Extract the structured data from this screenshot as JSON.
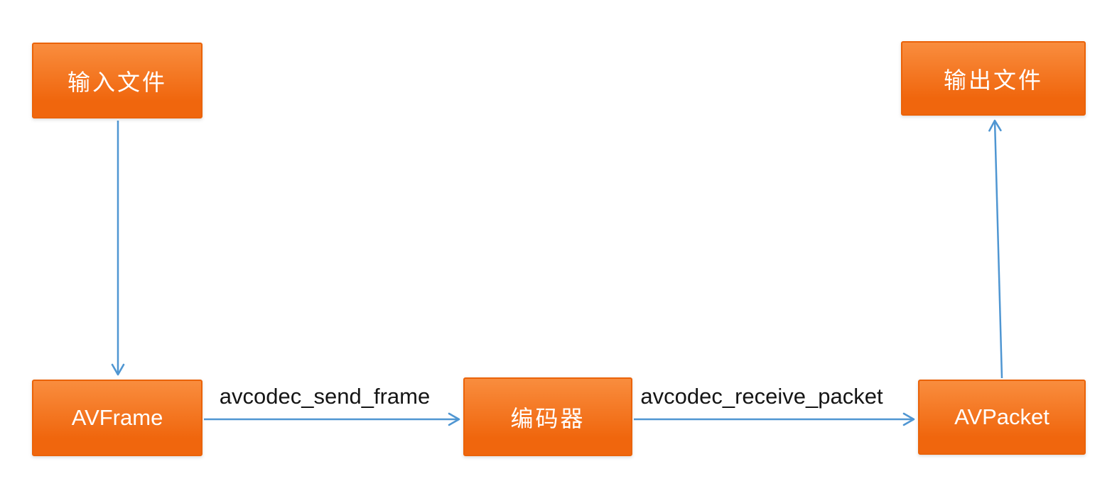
{
  "diagram": {
    "type": "flowchart",
    "topic": "FFmpeg encode pipeline",
    "colors": {
      "box_top": "#f98d3e",
      "box_bottom": "#f0660d",
      "box_border": "#ea6309",
      "arrow": "#4f96d2",
      "edge_label": "#151515",
      "node_text": "#ffffff",
      "background": "#ffffff"
    },
    "nodes": [
      {
        "id": "input-file",
        "label": "输入文件"
      },
      {
        "id": "avframe",
        "label": "AVFrame"
      },
      {
        "id": "encoder",
        "label": "编码器"
      },
      {
        "id": "avpacket",
        "label": "AVPacket"
      },
      {
        "id": "output-file",
        "label": "输出文件"
      }
    ],
    "edges": [
      {
        "from": "input-file",
        "to": "avframe",
        "label": ""
      },
      {
        "from": "avframe",
        "to": "encoder",
        "label": "avcodec_send_frame"
      },
      {
        "from": "encoder",
        "to": "avpacket",
        "label": "avcodec_receive_packet"
      },
      {
        "from": "avpacket",
        "to": "output-file",
        "label": ""
      }
    ]
  }
}
